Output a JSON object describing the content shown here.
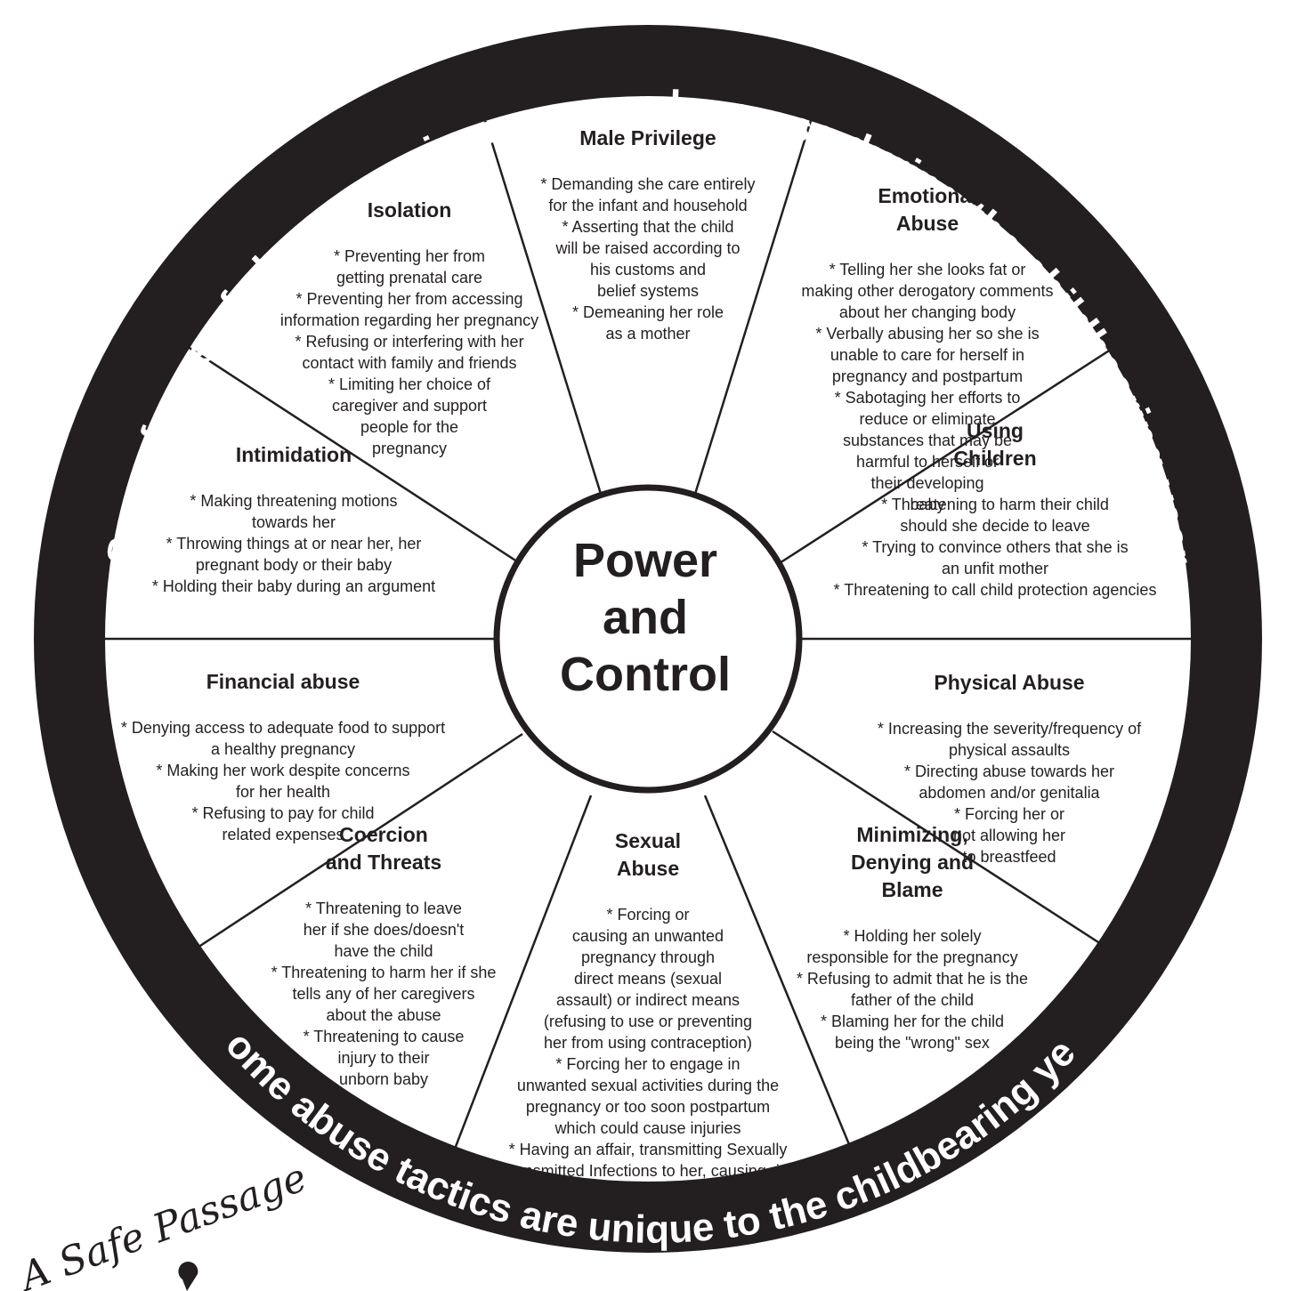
{
  "ring": {
    "top": "Some forms of abuse may increase or decrease during the childbearing year",
    "bottom": "Some abuse tactics are unique to the childbearing year"
  },
  "hub": {
    "line1": "Power",
    "line2": "and",
    "line3": "Control"
  },
  "logo": {
    "text": "A Safe Passage"
  },
  "sections": {
    "male_privilege": {
      "title": "Male Privilege",
      "items": [
        "* Demanding she care entirely\nfor the infant and household",
        "* Asserting that the child\nwill be raised according to\nhis customs and\nbelief systems",
        "* Demeaning her role\nas a mother"
      ]
    },
    "emotional_abuse": {
      "title": "Emotional\nAbuse",
      "items": [
        "* Telling her she looks fat or\nmaking other derogatory comments\nabout her changing body",
        "* Verbally abusing her so she is\nunable to care for herself in\npregnancy and postpartum",
        "* Sabotaging her efforts to\nreduce or eliminate\nsubstances that may be\nharmful to herself or\ntheir developing\nbaby"
      ]
    },
    "using_children": {
      "title": "Using\nChildren",
      "items": [
        "* Threatening to harm their child\nshould she decide to leave",
        "* Trying to convince others that she is\nan unfit mother",
        "* Threatening to call child protection agencies"
      ]
    },
    "physical_abuse": {
      "title": "Physical Abuse",
      "items": [
        "* Increasing the severity/frequency of\nphysical assaults",
        "* Directing abuse towards her\nabdomen and/or genitalia",
        "* Forcing her or\nnot allowing her\nto breastfeed"
      ]
    },
    "minimizing": {
      "title": "Minimizing,\nDenying and\nBlame",
      "items": [
        "* Holding her solely\nresponsible for the pregnancy",
        "* Refusing to admit that he is the\nfather of the child",
        "* Blaming her for the child\nbeing the \"wrong\" sex"
      ]
    },
    "sexual_abuse": {
      "title": "Sexual\nAbuse",
      "items": [
        "* Forcing or\ncausing an unwanted\npregnancy through\ndirect means (sexual\nassault) or indirect means\n(refusing to use or preventing\nher from using contraception)",
        "* Forcing her to engage in\nunwanted sexual activities during the\npregnancy or too soon postpartum\nwhich could cause injuries",
        "* Having an affair, transmitting Sexually\nTransmitted Infections to her, causing risk\nto her and the fetus"
      ]
    },
    "coercion": {
      "title": "Coercion\nand Threats",
      "items": [
        "* Threatening to leave\nher if she does/doesn't\nhave the child",
        "* Threatening to harm her if she\ntells any of her caregivers\nabout the abuse",
        "* Threatening to cause\ninjury to their\nunborn baby"
      ]
    },
    "financial": {
      "title": "Financial abuse",
      "items": [
        "* Denying access to adequate food to support\na healthy pregnancy",
        "* Making her work despite concerns\nfor her health",
        "* Refusing to pay for child\nrelated expenses"
      ]
    },
    "intimidation": {
      "title": "Intimidation",
      "items": [
        "* Making threatening motions\ntowards her",
        "* Throwing things at or near her, her\npregnant body or their baby",
        "* Holding their baby during an argument"
      ]
    },
    "isolation": {
      "title": "Isolation",
      "items": [
        "* Preventing her from\ngetting prenatal care",
        "* Preventing her from accessing\ninformation regarding her pregnancy",
        "* Refusing or interfering with her\ncontact with family and friends",
        "* Limiting her choice of\ncaregiver and support\npeople for the\npregnancy"
      ]
    }
  }
}
